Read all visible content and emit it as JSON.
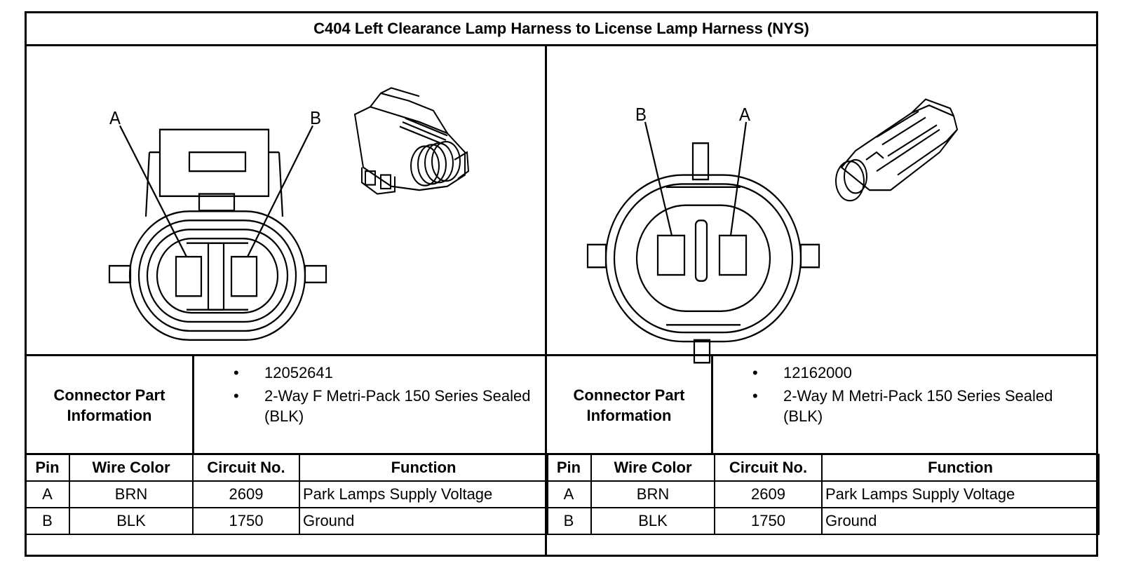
{
  "title": "C404 Left Clearance Lamp Harness to License Lamp Harness (NYS)",
  "connectors": [
    {
      "pin_labels": [
        "A",
        "B"
      ],
      "info_label_line1": "Connector Part",
      "info_label_line2": "Information",
      "part_info": [
        "12052641",
        "2-Way F Metri-Pack 150 Series Sealed (BLK)"
      ],
      "table": {
        "headers": [
          "Pin",
          "Wire Color",
          "Circuit No.",
          "Function"
        ],
        "rows": [
          [
            "A",
            "BRN",
            "2609",
            "Park Lamps Supply Voltage"
          ],
          [
            "B",
            "BLK",
            "1750",
            "Ground"
          ]
        ]
      }
    },
    {
      "pin_labels": [
        "B",
        "A"
      ],
      "info_label_line1": "Connector Part",
      "info_label_line2": "Information",
      "part_info": [
        "12162000",
        "2-Way M Metri-Pack 150 Series Sealed (BLK)"
      ],
      "table": {
        "headers": [
          "Pin",
          "Wire Color",
          "Circuit No.",
          "Function"
        ],
        "rows": [
          [
            "A",
            "BRN",
            "2609",
            "Park Lamps Supply Voltage"
          ],
          [
            "B",
            "BLK",
            "1750",
            "Ground"
          ]
        ]
      }
    }
  ]
}
